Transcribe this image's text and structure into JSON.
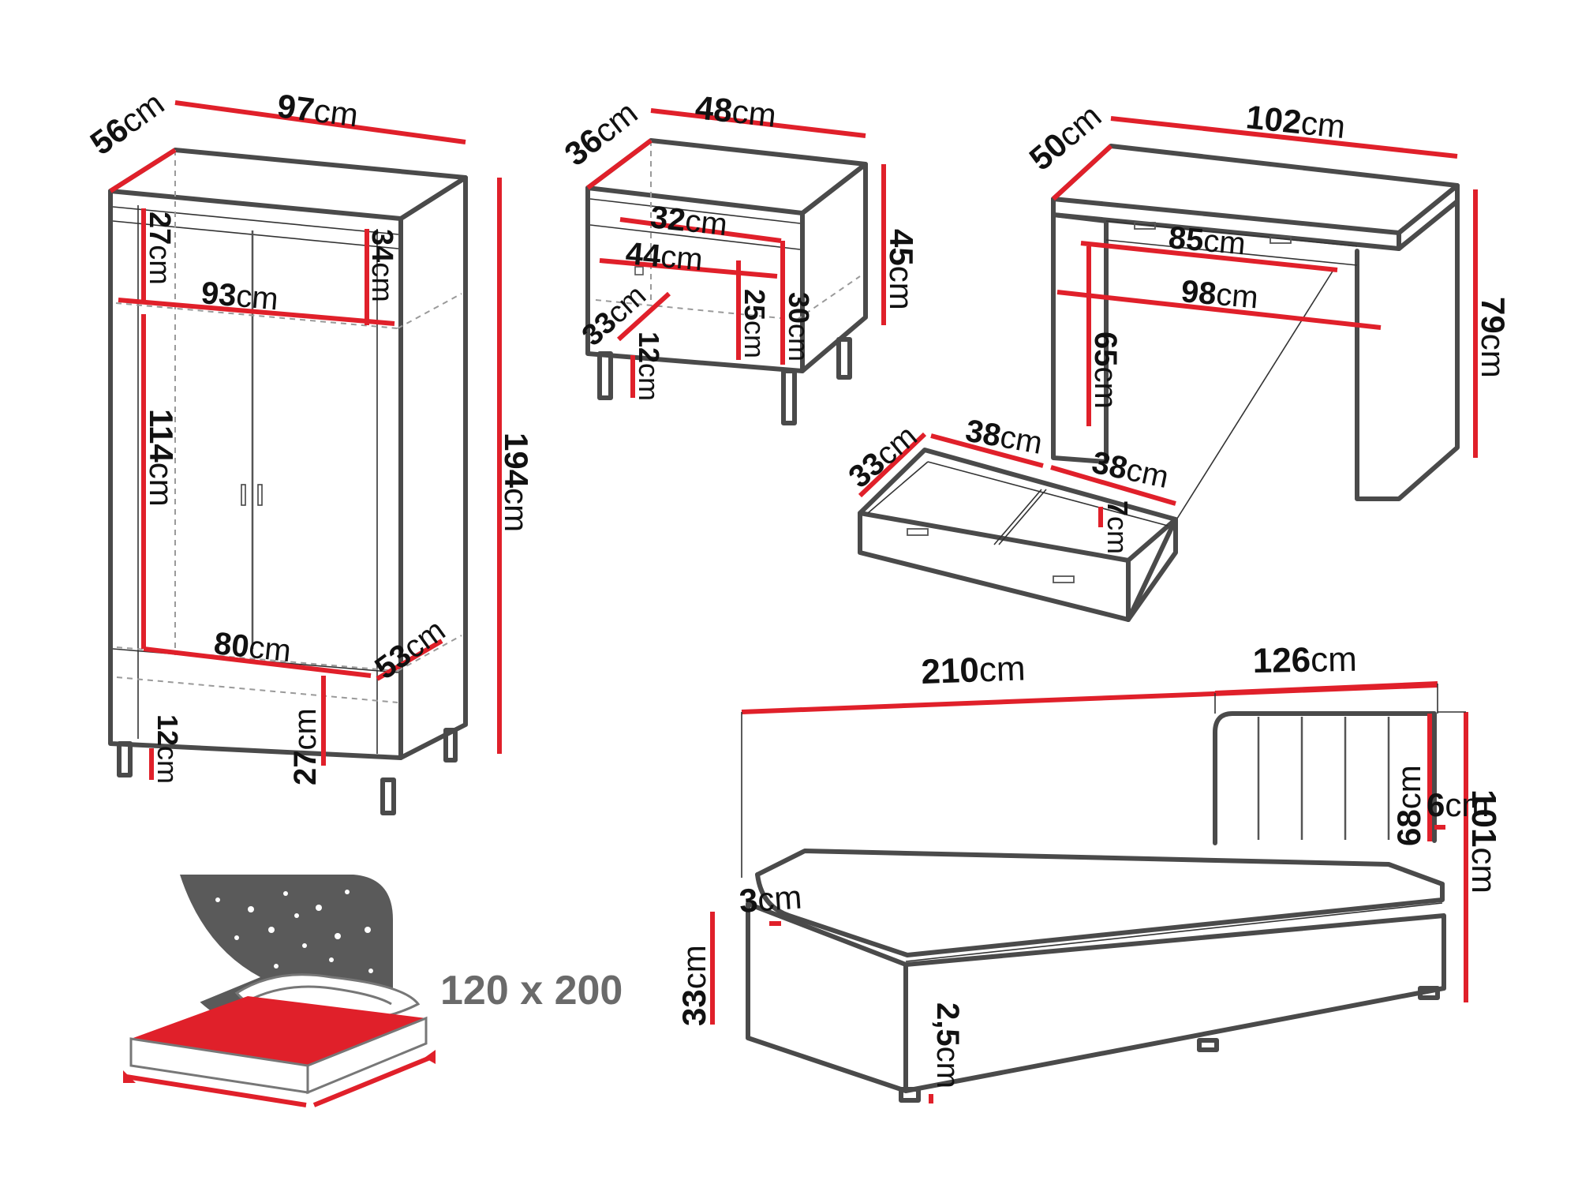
{
  "colors": {
    "outline": "#4a4a4a",
    "dimension": "#e0202a",
    "headboard": "#5a5a5a",
    "mattress": "#e0202a"
  },
  "wardrobe": {
    "width": "97",
    "depth": "56",
    "height": "194",
    "top_shelf": "27",
    "shelf_depth": "34",
    "inner_width": "93",
    "hanging_height": "114",
    "bottom_width": "80",
    "bottom_depth": "53",
    "drawer_height": "27",
    "leg_height": "12"
  },
  "nightstand": {
    "width": "48",
    "depth": "36",
    "height": "45",
    "drawer_width": "32",
    "inner_width": "44",
    "drawer_depth": "33",
    "niche_height": "25",
    "body_height": "30",
    "leg_height": "12"
  },
  "desk": {
    "width": "102",
    "depth": "50",
    "height": "79",
    "drawer_inner_width": "85",
    "inner_width": "98",
    "leg_clearance": "65"
  },
  "desk_drawer": {
    "depth": "33",
    "compartment_a": "38",
    "compartment_b": "38",
    "height": "7"
  },
  "bed": {
    "length": "210",
    "width": "126",
    "total_height": "101",
    "headboard_height": "68",
    "headboard_thickness": "6",
    "mattress_edge": "3",
    "frame_height": "33",
    "foot_height": "2,5"
  },
  "bed_icon": {
    "size_label": "120 x 200"
  },
  "unit": "cm"
}
